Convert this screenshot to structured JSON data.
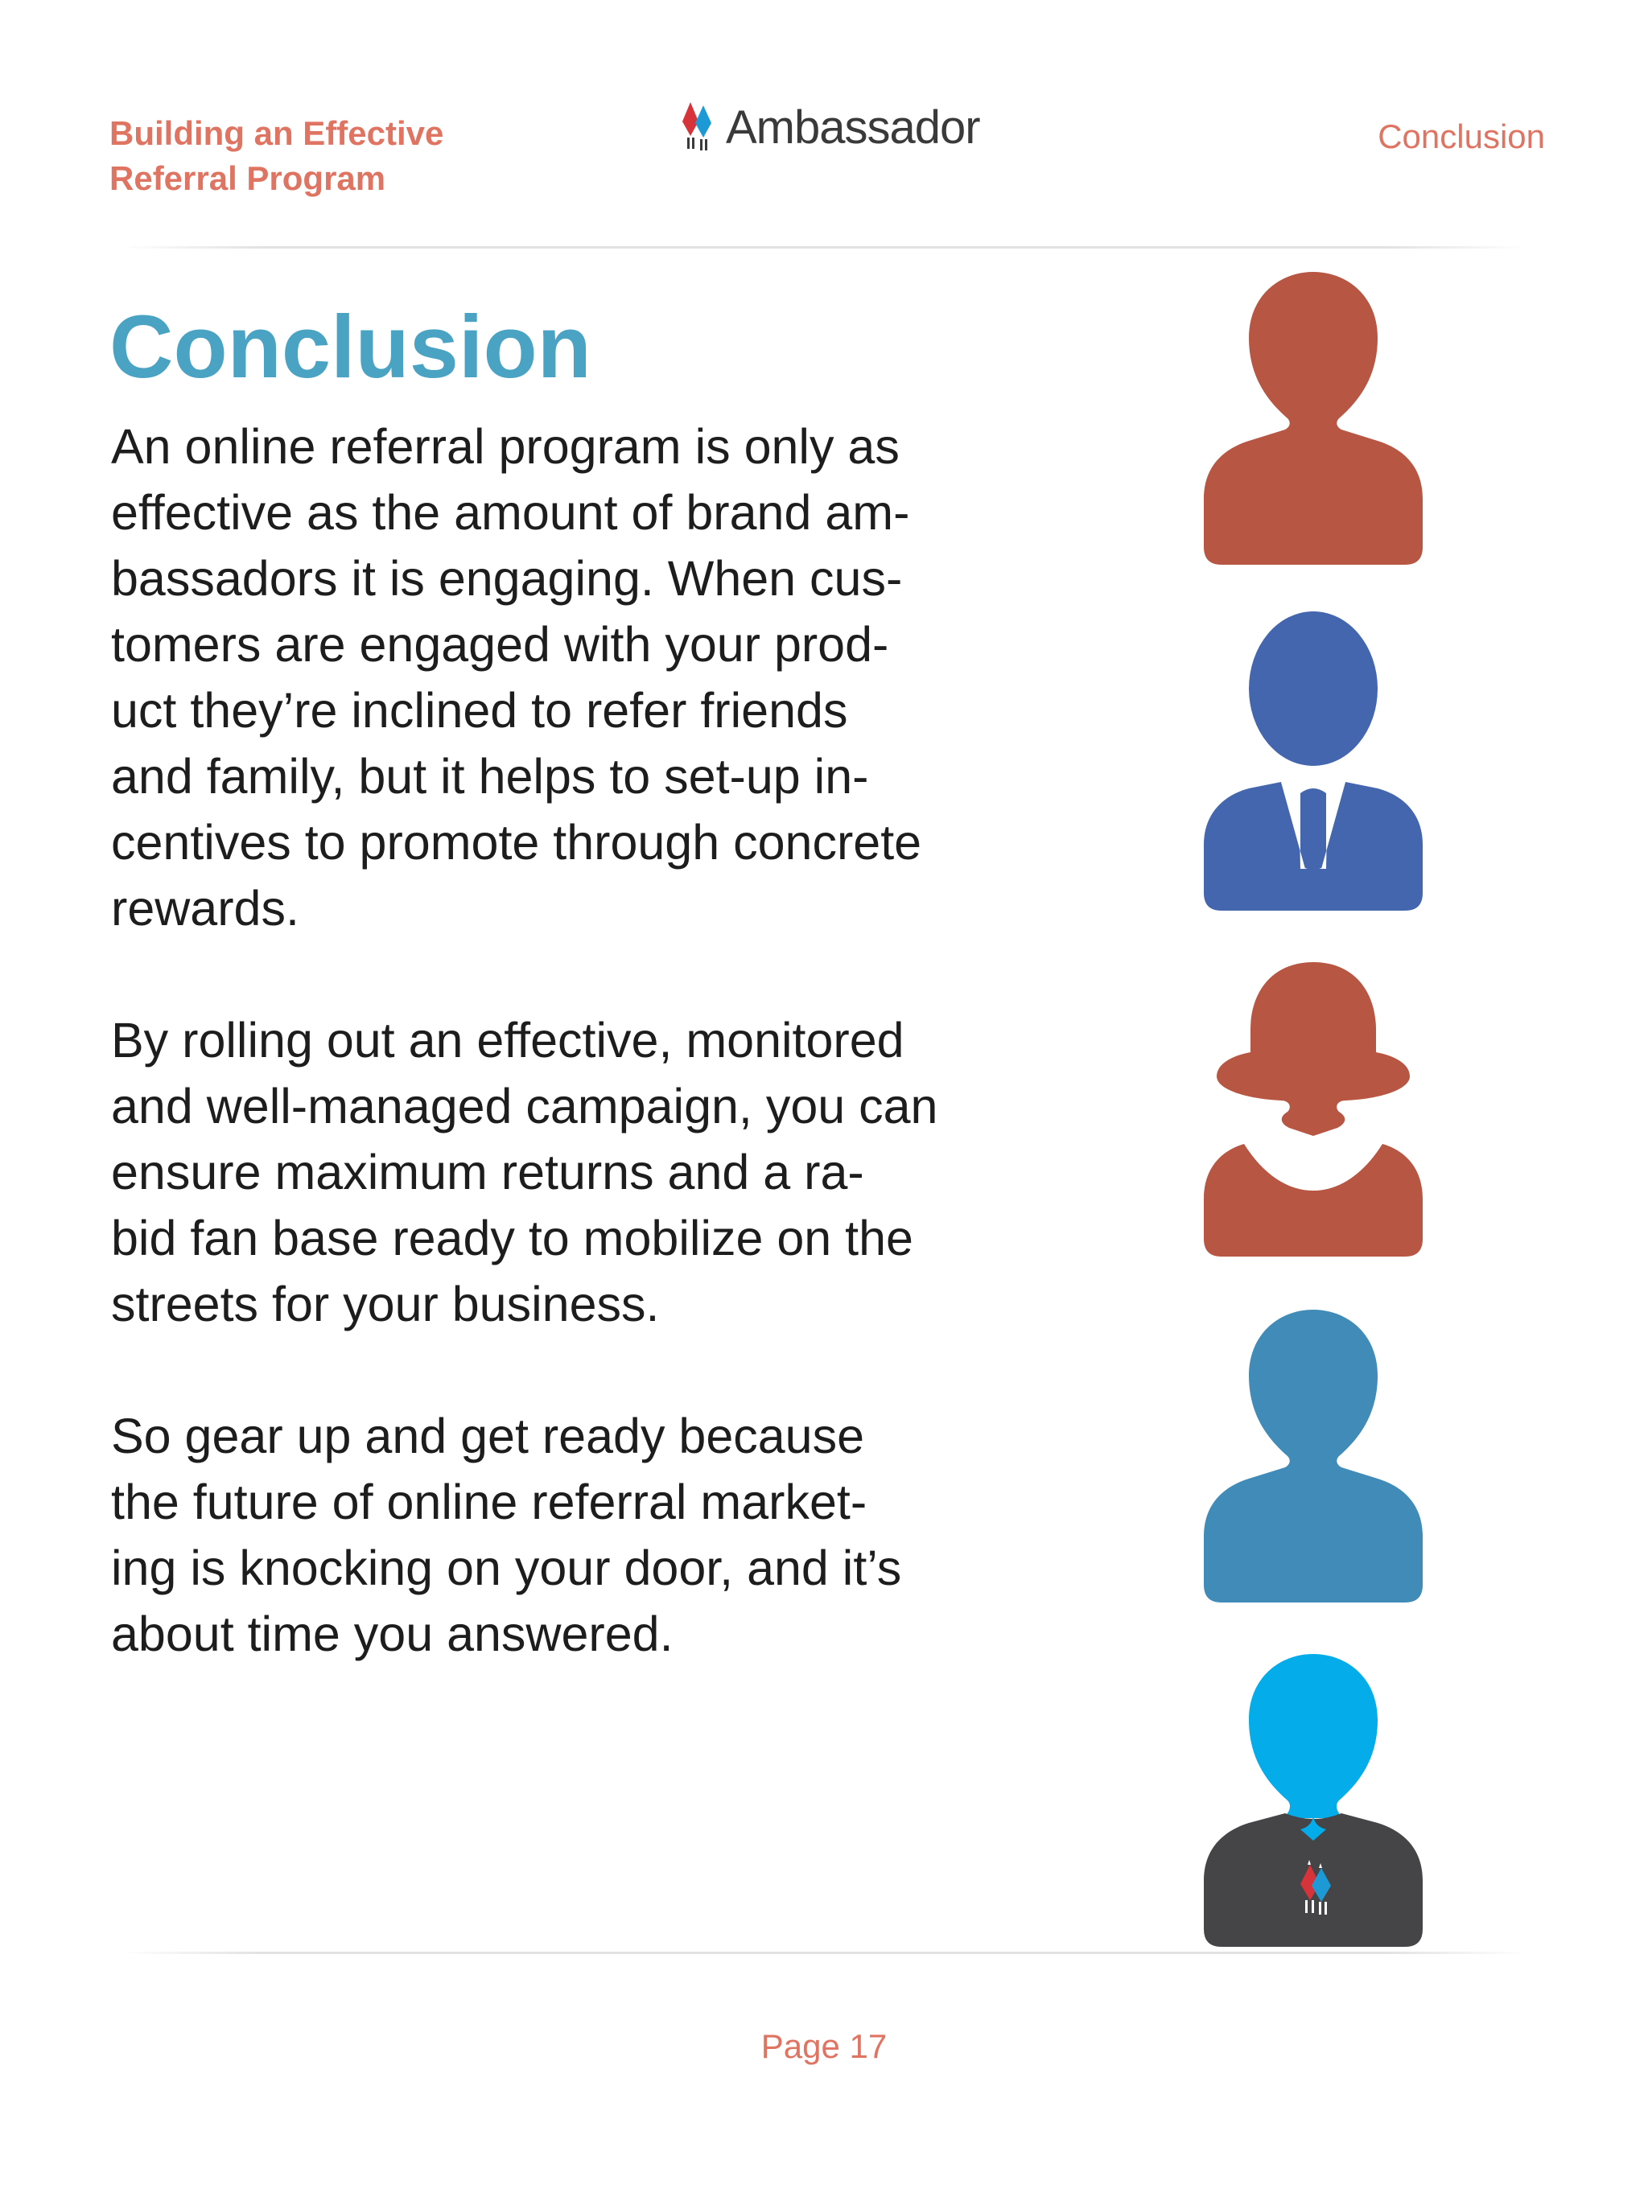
{
  "header": {
    "left_line1": "Building an Effective",
    "left_line2": "Referral Program",
    "logo_text": "Ambassador",
    "right": "Conclusion"
  },
  "main": {
    "title": "Conclusion",
    "paragraphs": [
      "An online referral program is only as\neffective as the amount of brand am-\nbassadors it is engaging. When cus-\ntomers are engaged with your prod-\nuct they’re inclined to refer friends\nand family, but it helps to set-up in-\ncentives to promote through concrete\nrewards.",
      "By rolling out an effective, monitored\nand well-managed campaign, you can\nensure maximum returns and a ra-\nbid fan base ready to mobilize on the\nstreets for your business.",
      "So gear up and get ready because\nthe future of online referral market-\ning is knocking on your door, and it’s\nabout time you answered."
    ]
  },
  "figures": [
    {
      "icon": "person-icon",
      "color": "#b75642"
    },
    {
      "icon": "businessman-icon",
      "color": "#4466ae"
    },
    {
      "icon": "woman-icon",
      "color": "#b75642"
    },
    {
      "icon": "person-icon",
      "color": "#418bb8"
    },
    {
      "icon": "ambassador-person-icon",
      "head_color": "#04adea",
      "body_color": "#454547"
    }
  ],
  "colors": {
    "accent_coral": "#e07462",
    "title_blue": "#4aa3c2",
    "logo_red": "#d6333a",
    "logo_blue": "#1d9ad6"
  },
  "footer": {
    "page": "Page 17"
  }
}
